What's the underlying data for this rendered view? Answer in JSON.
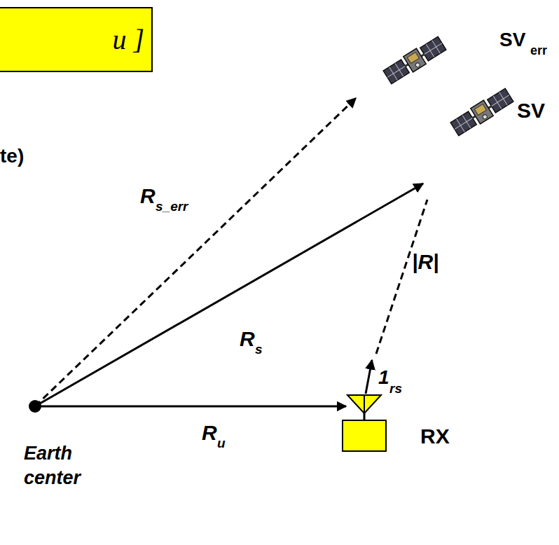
{
  "diagram": {
    "nodes": [
      {
        "text": [
          "u ]"
        ]
      },
      {
        "text": [
          "RX"
        ]
      }
    ],
    "labels": [
      "te)",
      "SV",
      "err",
      "SV",
      "R",
      "s_err",
      "R",
      "s",
      "|R|",
      "1",
      "rs",
      "R",
      "u",
      "Earth center"
    ]
  }
}
